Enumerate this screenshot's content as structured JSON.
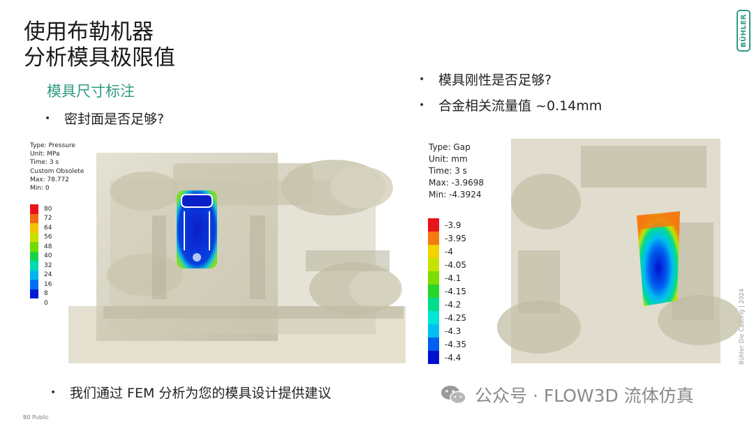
{
  "title": {
    "line1": "使用布勒机器",
    "line2": "分析模具极限值"
  },
  "subtitle": "模具尺寸标注",
  "bullets": {
    "left": "密封面是否足够?",
    "right1": "模具刚性是否足够?",
    "right2": "合金相关流量值 ~0.14mm",
    "bottom": "我们通过 FEM 分析为您的模具设计提供建议"
  },
  "logo_text": "BÜHLER",
  "vertical_text": "Bühler Die Casting | 2024",
  "footer": "B0 Public",
  "watermark": "公众号 · FLOW3D 流体仿真",
  "left_panel": {
    "info": [
      "Type: Pressure",
      "Unit: MPa",
      "Time: 3 s",
      "Custom Obsolete",
      "Max: 78.772",
      "Min: 0"
    ],
    "legend": [
      {
        "label": "80",
        "color": "#e8141a"
      },
      {
        "label": "72",
        "color": "#f06a10"
      },
      {
        "label": "64",
        "color": "#f5c200"
      },
      {
        "label": "56",
        "color": "#c8e000"
      },
      {
        "label": "48",
        "color": "#6fdc00"
      },
      {
        "label": "40",
        "color": "#16d44a"
      },
      {
        "label": "32",
        "color": "#00d8b0"
      },
      {
        "label": "24",
        "color": "#00b6ec"
      },
      {
        "label": "16",
        "color": "#0070f0"
      },
      {
        "label": "8",
        "color": "#0018d8"
      },
      {
        "label": "0",
        "color": ""
      }
    ]
  },
  "right_panel": {
    "info": [
      "Type: Gap",
      "Unit: mm",
      "Time: 3 s",
      "Max: -3.9698",
      "Min: -4.3924"
    ],
    "legend": [
      {
        "label": "-3.9",
        "color": "#e8141a"
      },
      {
        "label": "-3.95",
        "color": "#f47a10"
      },
      {
        "label": "-4",
        "color": "#f2d200"
      },
      {
        "label": "-4.05",
        "color": "#c6e200"
      },
      {
        "label": "-4.1",
        "color": "#7edc00"
      },
      {
        "label": "-4.15",
        "color": "#26d62a"
      },
      {
        "label": "-4.2",
        "color": "#00dc8e"
      },
      {
        "label": "-4.25",
        "color": "#00e6d6"
      },
      {
        "label": "-4.3",
        "color": "#00bff0"
      },
      {
        "label": "-4.35",
        "color": "#0060f0"
      },
      {
        "label": "-4.4",
        "color": "#0010d0"
      }
    ]
  },
  "colors": {
    "accent": "#2f9b82",
    "mold": "#cfcab4"
  }
}
